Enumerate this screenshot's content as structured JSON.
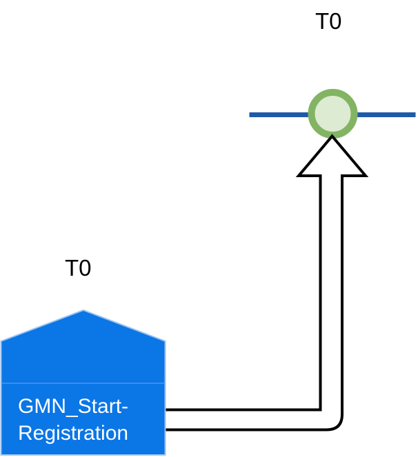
{
  "labels": {
    "timeline_timer": "T0",
    "event_timer": "T0",
    "event_name": "GMN_Start-Registration"
  },
  "colors": {
    "timeline_line": "#1e5aa8",
    "circle_ring": "#82b463",
    "circle_fill": "#ddebd2",
    "arrow_fill": "#ffffff",
    "arrow_stroke": "#000000",
    "event_fill": "#0b76e6",
    "event_border": "#9cc3f2",
    "event_divider": "#4f95ec",
    "label_text": "#000000",
    "event_text": "#ffffff"
  }
}
